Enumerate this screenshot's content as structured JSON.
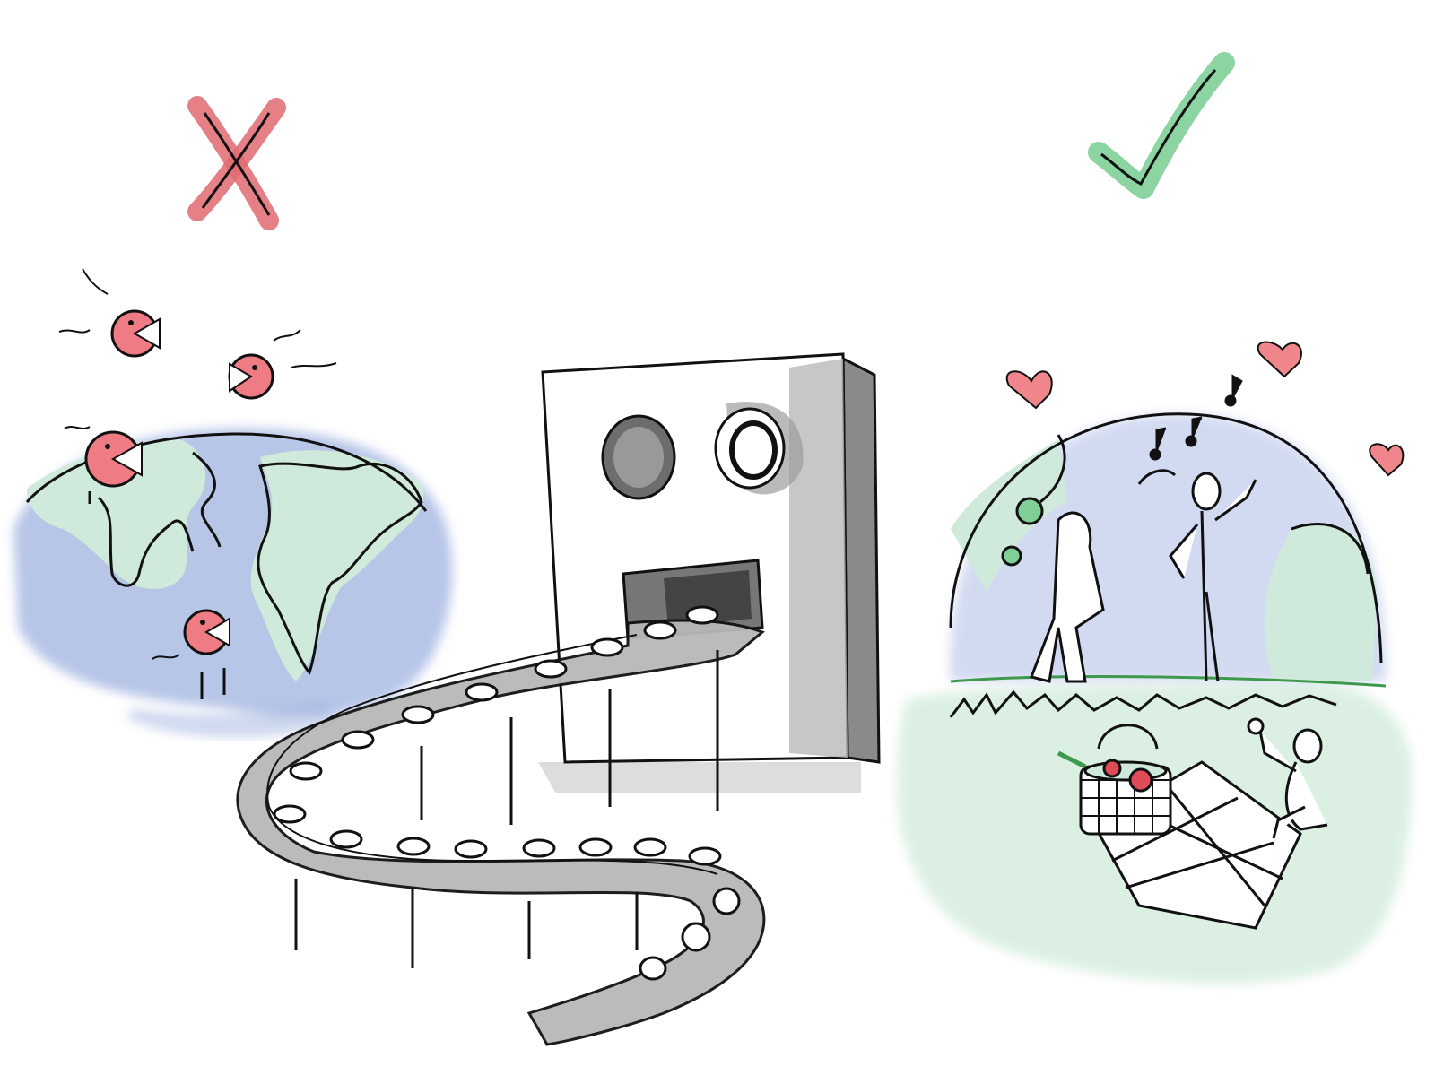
{
  "illustration": {
    "panels": {
      "left": {
        "verdict_icon": "cross-mark-icon",
        "scene": "globe-with-biting-creatures"
      },
      "center": {
        "scene": "machine-with-conveyor-belt"
      },
      "right": {
        "verdict_icon": "check-mark-icon",
        "scene": "globe-with-people-picnic"
      }
    },
    "colors": {
      "cross": "#e06a72",
      "check": "#7fcf97",
      "ocean": "#9fb2e0",
      "land": "#cfeadb",
      "creature": "#ef7b84",
      "heart": "#f0868c",
      "machine_shadow": "#9c9c9c",
      "belt": "#b8b8b8",
      "grass": "#d8efe0",
      "ink": "#111111"
    }
  }
}
